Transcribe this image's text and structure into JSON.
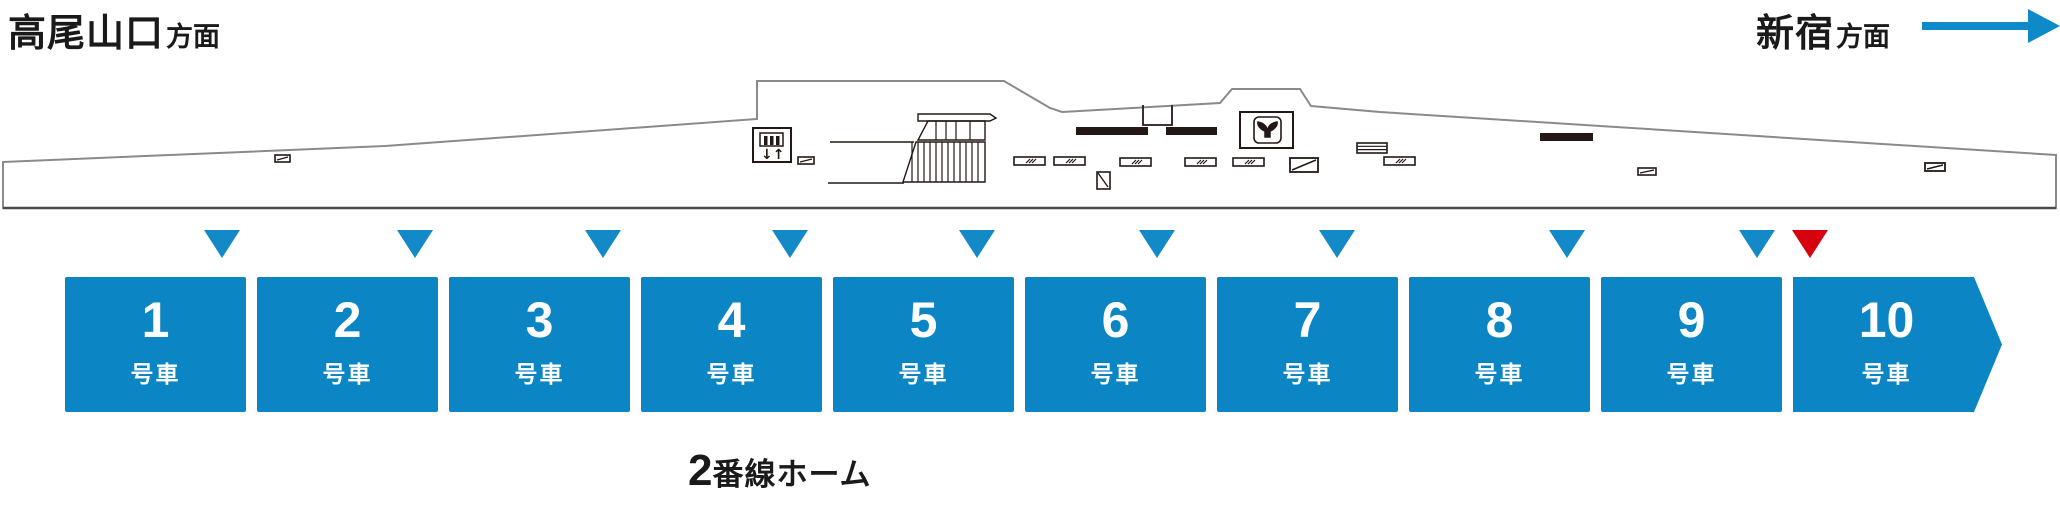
{
  "header": {
    "left": {
      "station": "高尾山口",
      "suffix": "方面"
    },
    "right": {
      "station": "新宿",
      "suffix": "方面"
    }
  },
  "platform_map": {
    "facility_icons": [
      "slope-icon",
      "elevator-icon",
      "stairs-icon",
      "escalator-icon",
      "bench-icon",
      "toilet-icon",
      "signage-icon",
      "wall-notch"
    ]
  },
  "markers": {
    "door_marker_count": 9,
    "highlight_marker_count": 1,
    "door_color": "#1389c8",
    "highlight_color": "#d7000f"
  },
  "cars": [
    {
      "number": "1",
      "suffix": "号車"
    },
    {
      "number": "2",
      "suffix": "号車"
    },
    {
      "number": "3",
      "suffix": "号車"
    },
    {
      "number": "4",
      "suffix": "号車"
    },
    {
      "number": "5",
      "suffix": "号車"
    },
    {
      "number": "6",
      "suffix": "号車"
    },
    {
      "number": "7",
      "suffix": "号車"
    },
    {
      "number": "8",
      "suffix": "号車"
    },
    {
      "number": "9",
      "suffix": "号車"
    },
    {
      "number": "10",
      "suffix": "号車"
    }
  ],
  "platform_label": {
    "number": "2",
    "text": "番線ホーム"
  },
  "colors": {
    "car_blue": "#0b85c4",
    "arrow_blue": "#0e8ac8",
    "outline_gray": "#8a8a8a",
    "icon_black": "#231815"
  }
}
